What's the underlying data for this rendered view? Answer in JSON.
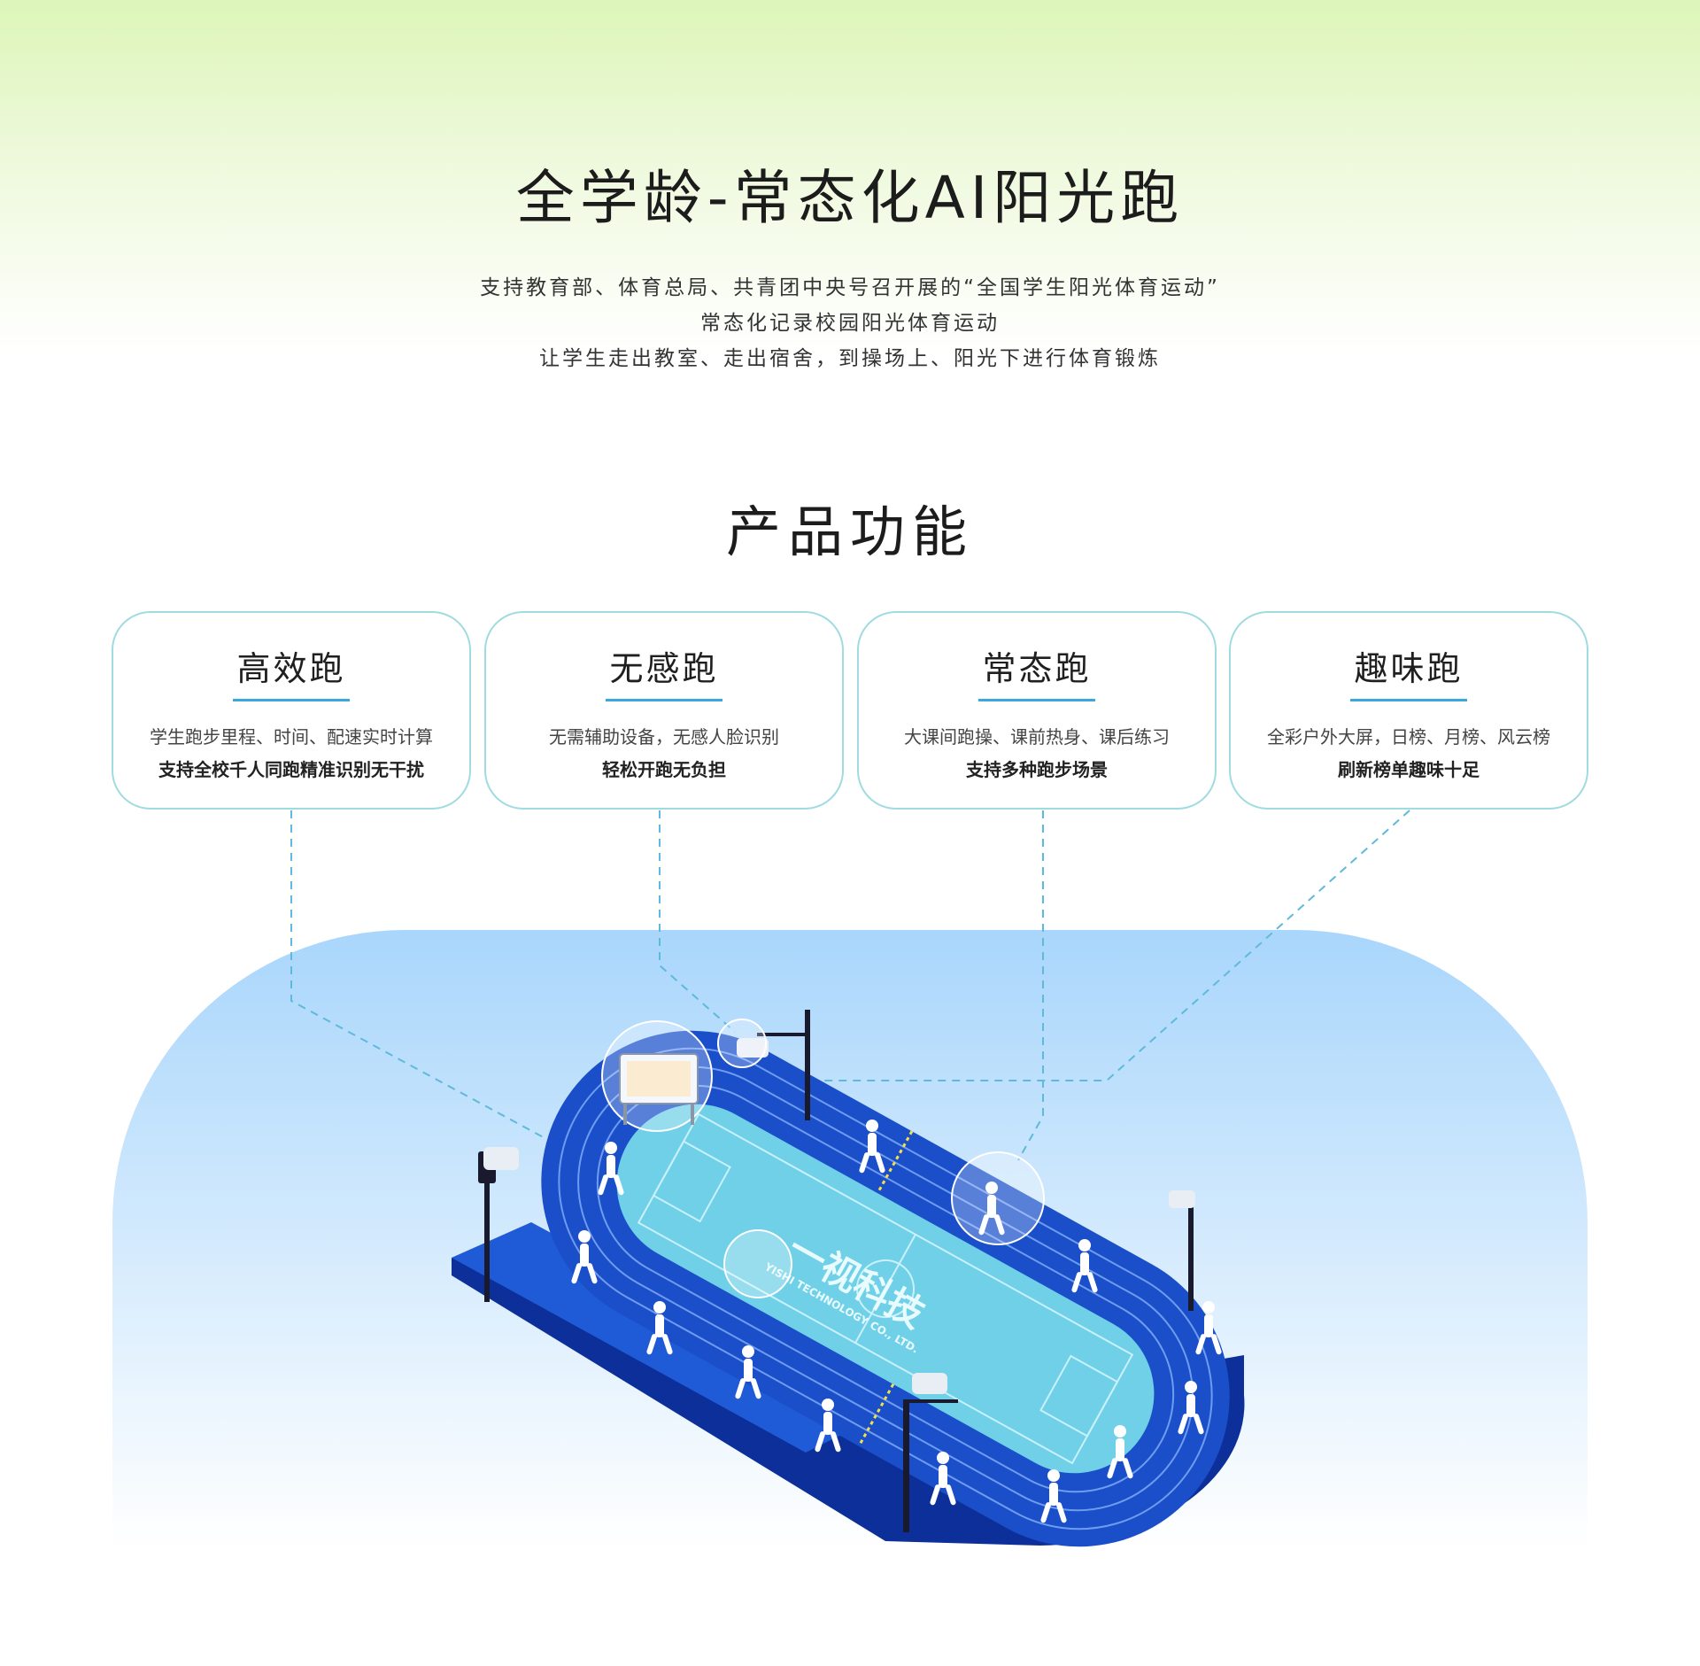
{
  "hero": {
    "title": "全学龄-常态化AI阳光跑",
    "desc_lines": [
      "支持教育部、体育总局、共青团中央号召开展的“全国学生阳光体育运动”",
      "常态化记录校园阳光体育运动",
      "让学生走出教室、走出宿舍，到操场上、阳光下进行体育锻炼"
    ]
  },
  "features": {
    "title": "产品功能",
    "cards": [
      {
        "title": "高效跑",
        "line1": "学生跑步里程、时间、配速实时计算",
        "line2": "支持全校千人同跑精准识别无干扰"
      },
      {
        "title": "无感跑",
        "line1": "无需辅助设备，无感人脸识别",
        "line2": "轻松开跑无负担"
      },
      {
        "title": "常态跑",
        "line1": "大课间跑操、课前热身、课后练习",
        "line2": "支持多种跑步场景"
      },
      {
        "title": "趣味跑",
        "line1": "全彩户外大屏，日榜、月榜、风云榜",
        "line2": "刷新榜单趣味十足"
      }
    ]
  },
  "illustration": {
    "logo_cn": "一视科技",
    "logo_en": "YISHI TECHNOLOGY CO., LTD.",
    "colors": {
      "track": "#1a4fc9",
      "field": "#6fd0e8",
      "accent": "#3aa8db",
      "connector": "#5fb9da"
    }
  }
}
